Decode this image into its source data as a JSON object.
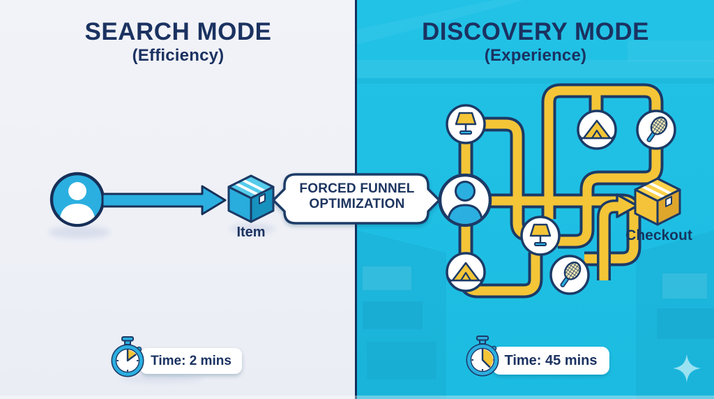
{
  "search_panel": {
    "title": "SEARCH MODE",
    "subtitle": "(Efficiency)",
    "item_label": "Item",
    "timer_text": "Time: 2 mins"
  },
  "discovery_panel": {
    "title": "DISCOVERY MODE",
    "subtitle": "(Experience)",
    "checkout_label": "Checkout",
    "timer_text": "Time: 45 mins"
  },
  "bubble": {
    "line1": "FORCED FUNNEL",
    "line2": "OPTIMIZATION"
  },
  "icons": [
    "user-icon",
    "arrow-right-icon",
    "item-box-icon",
    "speech-bubble",
    "lamp-icon",
    "tent-icon",
    "tennis-racket-icon",
    "checkout-box-icon",
    "stopwatch-icon",
    "sparkle-icon",
    "maze-path"
  ],
  "colors": {
    "left_bg": "#F0F1F7",
    "right_bg": "#1EBFE5",
    "navy": "#1B3261",
    "outline_navy": "#1C3A66",
    "cyan": "#2BAFE0",
    "yellow": "#F4C537",
    "white": "#FFFFFF"
  }
}
